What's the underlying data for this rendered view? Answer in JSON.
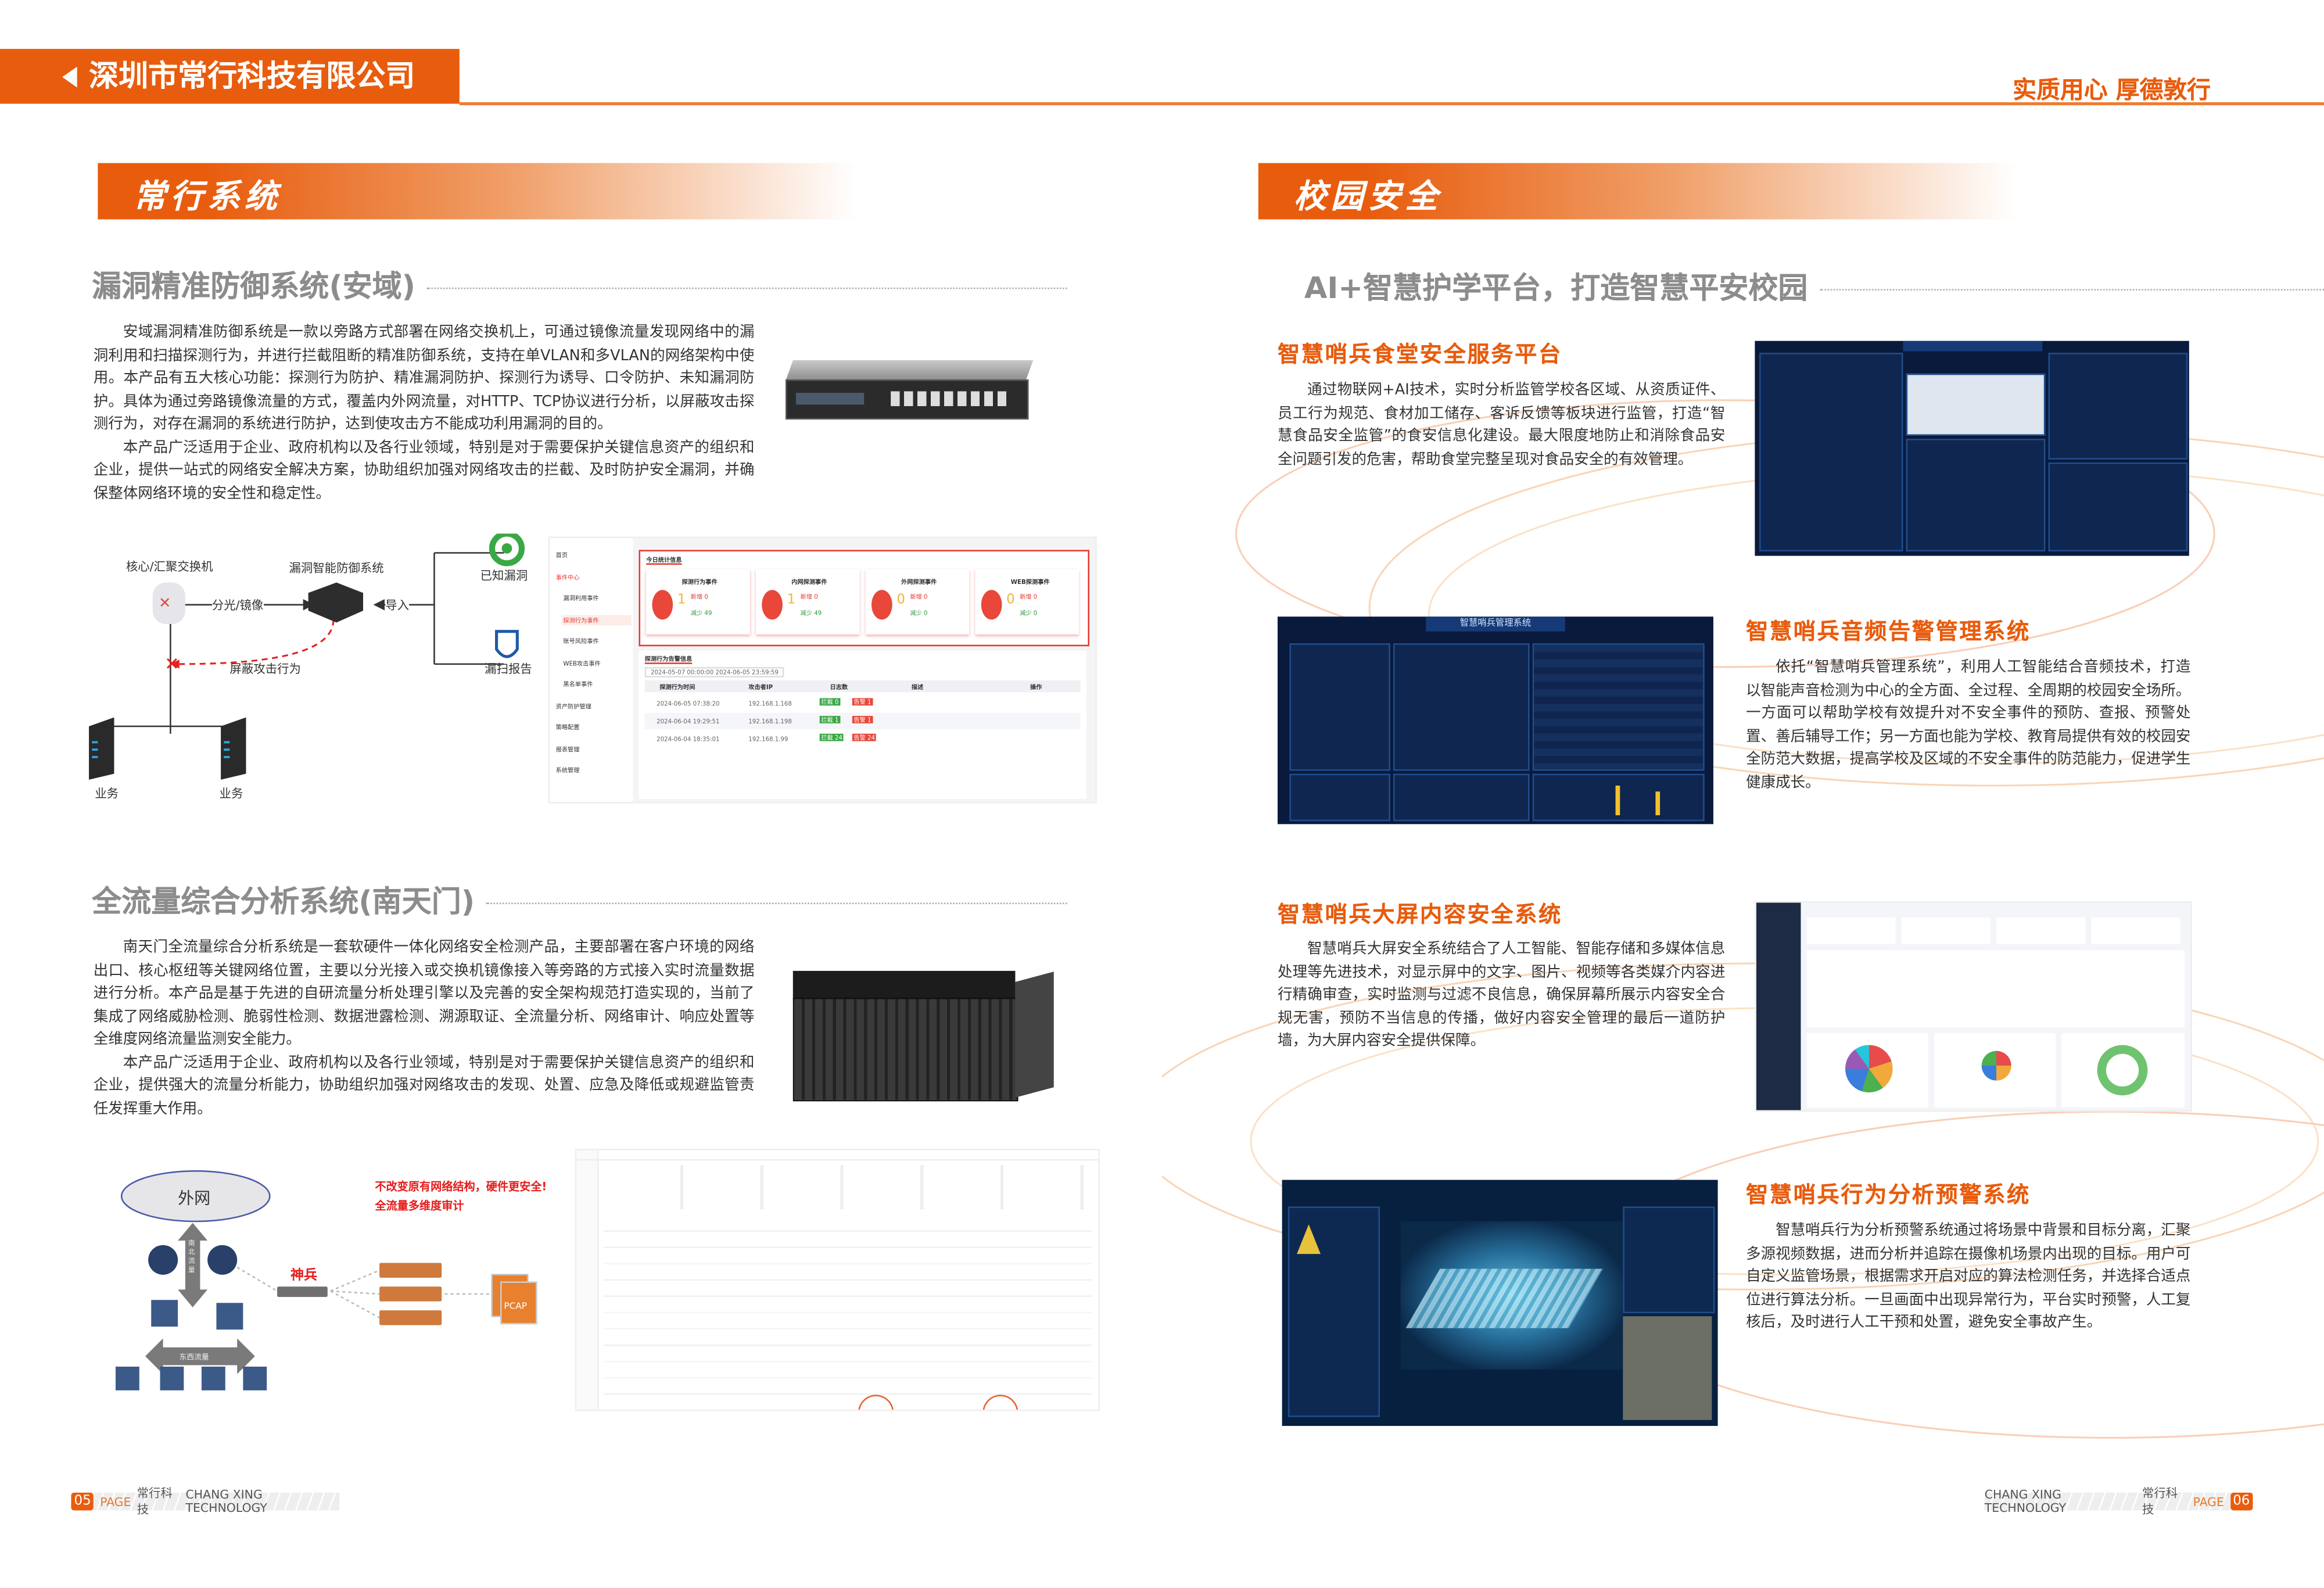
{
  "header": {
    "company": "深圳市常行科技有限公司",
    "slogan": "实质用心 厚德敦行"
  },
  "left": {
    "banner": "常行系统",
    "section1": {
      "title": "漏洞精准防御系统(安域)",
      "paragraphs": [
        "安域漏洞精准防御系统是一款以旁路方式部署在网络交换机上，可通过镜像流量发现网络中的漏洞利用和扫描探测行为，并进行拦截阻断的精准防御系统，支持在单VLAN和多VLAN的网络架构中使用。本产品有五大核心功能：探测行为防护、精准漏洞防护、探测行为诱导、口令防护、未知漏洞防护。具体为通过旁路镜像流量的方式，覆盖内外网流量，对HTTP、TCP协议进行分析，以屏蔽攻击探测行为，对存在漏洞的系统进行防护，达到使攻击方不能成功利用漏洞的目的。",
        "本产品广泛适用于企业、政府机构以及各行业领域，特别是对于需要保护关键信息资产的组织和企业，提供一站式的网络安全解决方案，协助组织加强对网络攻击的拦截、及时防护安全漏洞，并确保整体网络环境的安全性和稳定性。"
      ],
      "diagram": {
        "switch": "核心/汇聚交换机",
        "system": "漏洞智能防御系统",
        "mirror": "分光/镜像",
        "import": "导入",
        "known": "已知漏洞",
        "scan": "漏扫报告",
        "block": "屏蔽攻击行为",
        "biz1": "业务",
        "biz2": "业务"
      },
      "screenshot": {
        "nav": [
          "首页",
          "事件中心",
          "漏洞利用事件",
          "探测行为事件",
          "账号风险事件",
          "WEB攻击事件",
          "黑名单事件",
          "资产防护管理",
          "策略配置",
          "报表管理",
          "系统管理"
        ],
        "stats_title": "今日统计信息",
        "cards": [
          {
            "title": "探测行为事件",
            "value": "1",
            "up": "新增 0",
            "down": "减少 49"
          },
          {
            "title": "内网探测事件",
            "value": "1",
            "up": "新增 0",
            "down": "减少 49"
          },
          {
            "title": "外网探测事件",
            "value": "0",
            "up": "新增 0",
            "down": "减少 0"
          },
          {
            "title": "WEB探测事件",
            "value": "0",
            "up": "新增 0",
            "down": "减少 0"
          }
        ],
        "table_title": "探测行为告警信息",
        "date_range": "2024-05-07 00:00:00  2024-06-05 23:59:59",
        "columns": [
          "探测行为时间",
          "攻击者IP",
          "日志数",
          "描述",
          "操作"
        ],
        "rows": [
          {
            "time": "2024-06-05 07:38:20",
            "ip": "192.168.1.168",
            "block": "拦截 0",
            "alert": "告警 1"
          },
          {
            "time": "2024-06-04 19:29:51",
            "ip": "192.168.1.198",
            "block": "拦截 1",
            "alert": "告警 1"
          },
          {
            "time": "2024-06-04 18:35:01",
            "ip": "192.168.1.99",
            "block": "拦截 24",
            "alert": "告警 24"
          }
        ]
      }
    },
    "section2": {
      "title": "全流量综合分析系统(南天门)",
      "paragraphs": [
        "南天门全流量综合分析系统是一套软硬件一体化网络安全检测产品，主要部署在客户环境的网络出口、核心枢纽等关键网络位置，主要以分光接入或交换机镜像接入等旁路的方式接入实时流量数据进行分析。本产品是基于先进的自研流量分析处理引擎以及完善的安全架构规范打造实现的，当前了集成了网络威胁检测、脆弱性检测、数据泄露检测、溯源取证、全流量分析、网络审计、响应处置等全维度网络流量监测安全能力。",
        "本产品广泛适用于企业、政府机构以及各行业领域，特别是对于需要保护关键信息资产的组织和企业，提供强大的流量分析能力，协助组织加强对网络攻击的发现、处置、应急及降低或规避监管责任发挥重大作用。"
      ],
      "diagram": {
        "internet": "外网",
        "ns": "南北流量",
        "ew": "东西流量",
        "device": "神兵",
        "slogan1": "不改变原有网络结构，硬件更安全!",
        "slogan2": "全流量多维度审计",
        "pcap": "PCAP"
      }
    },
    "footer": {
      "page": "05",
      "page_word": "PAGE",
      "brand_cn": "常行科技",
      "brand_en": "CHANG XING TECHNOLOGY"
    }
  },
  "right": {
    "banner": "校园安全",
    "title": "AI+智慧护学平台，打造智慧平安校园",
    "items": [
      {
        "heading": "智慧哨兵食堂安全服务平台",
        "text": "通过物联网+AI技术，实时分析监管学校各区域、从资质证件、员工行为规范、食材加工储存、客诉反馈等板块进行监管，打造“智慧食品安全监管”的食安信息化建设。最大限度地防止和消除食品安全问题引发的危害，帮助食堂完整呈现对食品安全的有效管理。"
      },
      {
        "heading": "智慧哨兵音频告警管理系统",
        "text": "依托“智慧哨兵管理系统”，利用人工智能结合音频技术，打造以智能声音检测为中心的全方面、全过程、全周期的校园安全场所。一方面可以帮助学校有效提升对不安全事件的预防、查报、预警处置、善后辅导工作；另一方面也能为学校、教育局提供有效的校园安全防范大数据，提高学校及区域的不安全事件的防范能力，促进学生健康成长。",
        "screen_title": "智慧哨兵管理系统"
      },
      {
        "heading": "智慧哨兵大屏内容安全系统",
        "text": "智慧哨兵大屏安全系统结合了人工智能、智能存储和多媒体信息处理等先进技术，对显示屏中的文字、图片、视频等各类媒介内容进行精确审查，实时监测与过滤不良信息，确保屏幕所展示内容安全合规无害，预防不当信息的传播，做好内容安全管理的最后一道防护墙，为大屏内容安全提供保障。"
      },
      {
        "heading": "智慧哨兵行为分析预警系统",
        "text": "智慧哨兵行为分析预警系统通过将场景中背景和目标分离，汇聚多源视频数据，进而分析并追踪在摄像机场景内出现的目标。用户可自定义监管场景，根据需求开启对应的算法检测任务，并选择合适点位进行算法分析。一旦画面中出现异常行为，平台实时预警，人工复核后，及时进行人工干预和处置，避免安全事故产生。"
      }
    ],
    "footer": {
      "page": "06",
      "page_word": "PAGE",
      "brand_cn": "常行科技",
      "brand_en": "CHANG XING TECHNOLOGY"
    }
  },
  "colors": {
    "brand": "#e85c0d",
    "alert": "#e8473a",
    "ok": "#3aa845"
  }
}
